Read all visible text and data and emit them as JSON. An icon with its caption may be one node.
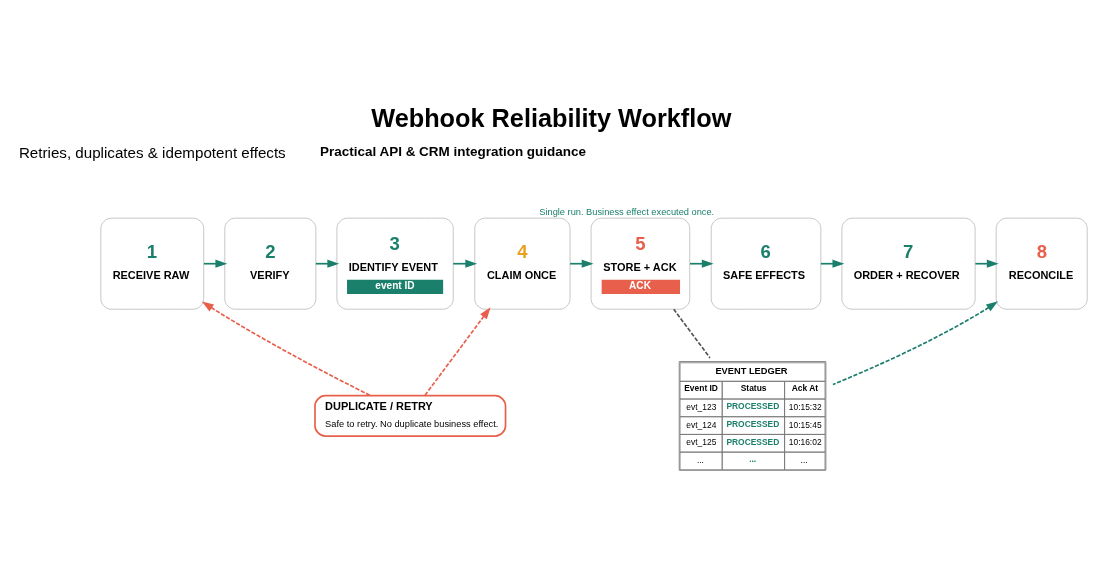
{
  "diagram": {
    "title": "Webhook Reliability Workflow",
    "nodes": [
      {
        "text": [
          "1",
          "RECEIVE RAW"
        ]
      },
      {
        "text": [
          "2",
          "VERIFY"
        ]
      },
      {
        "text": [
          "3",
          "IDENTIFY EVENT",
          "event ID"
        ]
      },
      {
        "text": [
          "4",
          "CLAIM ONCE"
        ]
      },
      {
        "text": [
          "5",
          "STORE + ACK",
          "ACK"
        ]
      },
      {
        "text": [
          "6",
          "SAFE EFFECTS"
        ],
        "beside": [
          "Single run. Business effect executed once."
        ]
      },
      {
        "text": [
          "7",
          "ORDER + RECOVER"
        ]
      },
      {
        "text": [
          "8",
          "RECONCILE"
        ]
      },
      {
        "text": [
          "DUPLICATE / RETRY",
          "Safe to retry. No duplicate business effect."
        ]
      },
      {
        "text": [
          "EVENT LEDGER",
          "Event ID",
          "Status",
          "Ack At",
          "evt_123",
          "PROCESSED",
          "10:15:32",
          "evt_124",
          "PROCESSED",
          "10:15:45",
          "evt_125",
          "PROCESSED",
          "10:16:02",
          "...",
          "...",
          "..."
        ]
      }
    ],
    "edges": [
      {
        "from": 0,
        "to": 1,
        "arrow": "to"
      },
      {
        "from": 1,
        "to": 2,
        "arrow": "to"
      },
      {
        "from": 2,
        "to": 3,
        "arrow": "to"
      },
      {
        "from": 3,
        "to": 4,
        "arrow": "to"
      },
      {
        "from": 4,
        "to": 5,
        "arrow": "to"
      },
      {
        "from": 5,
        "to": 6,
        "arrow": "to"
      },
      {
        "from": 6,
        "to": 7,
        "arrow": "to"
      },
      {
        "from": 8,
        "to": 0,
        "arrow": "to",
        "style": "dashed",
        "color": "#e8604c"
      },
      {
        "from": 8,
        "to": 3,
        "arrow": "to",
        "style": "dashed",
        "color": "#e8604c"
      },
      {
        "from": 9,
        "to": 4,
        "arrow": "none",
        "style": "dashed",
        "color": "#555555"
      },
      {
        "from": 9,
        "to": 7,
        "arrow": "to",
        "style": "dashed"
      }
    ],
    "labels": [
      "Retries, duplicates & idempotent effects",
      "Practical API & CRM integration guidance"
    ]
  }
}
